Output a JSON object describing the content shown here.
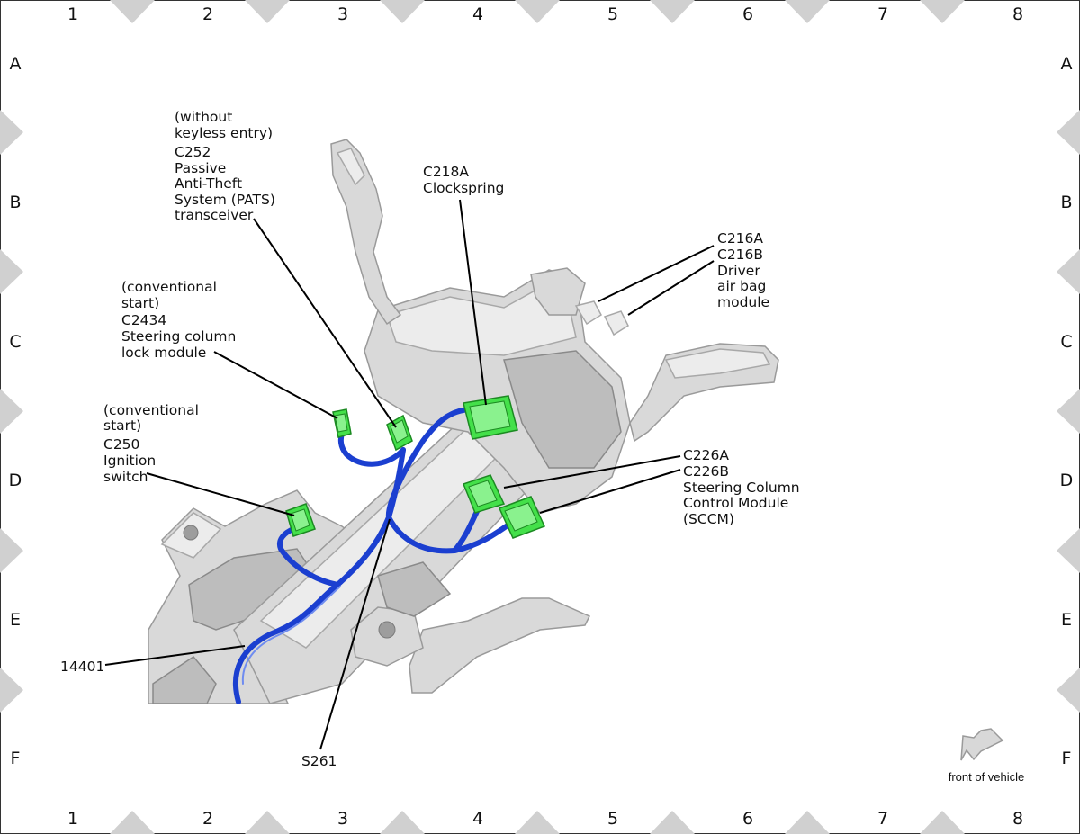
{
  "grid": {
    "columns": [
      "1",
      "2",
      "3",
      "4",
      "5",
      "6",
      "7",
      "8"
    ],
    "rows": [
      "A",
      "B",
      "C",
      "D",
      "E",
      "F"
    ]
  },
  "callouts": {
    "c252": [
      "(without",
      "keyless entry)",
      "C252",
      "Passive",
      "Anti-Theft",
      "System (PATS)",
      "transceiver"
    ],
    "c218a": [
      "C218A",
      "Clockspring"
    ],
    "c216": [
      "C216A",
      "C216B",
      "Driver",
      "air bag",
      "module"
    ],
    "c2434": [
      "(conventional",
      "start)",
      "C2434",
      "Steering column",
      "lock module"
    ],
    "c250": [
      "(conventional",
      "start)",
      "C250",
      "Ignition",
      "switch"
    ],
    "c226": [
      "C226A",
      "C226B",
      "Steering Column",
      "Control Module",
      "(SCCM)"
    ],
    "harness": "14401",
    "splice": "S261"
  },
  "orientation": {
    "label": "front of vehicle",
    "icon": "arrow-icon"
  },
  "colors": {
    "harness": "#1b3fd0",
    "connector": "#44e04a",
    "component": "#d9d9d9",
    "border_marker": "#d0d0d0"
  }
}
